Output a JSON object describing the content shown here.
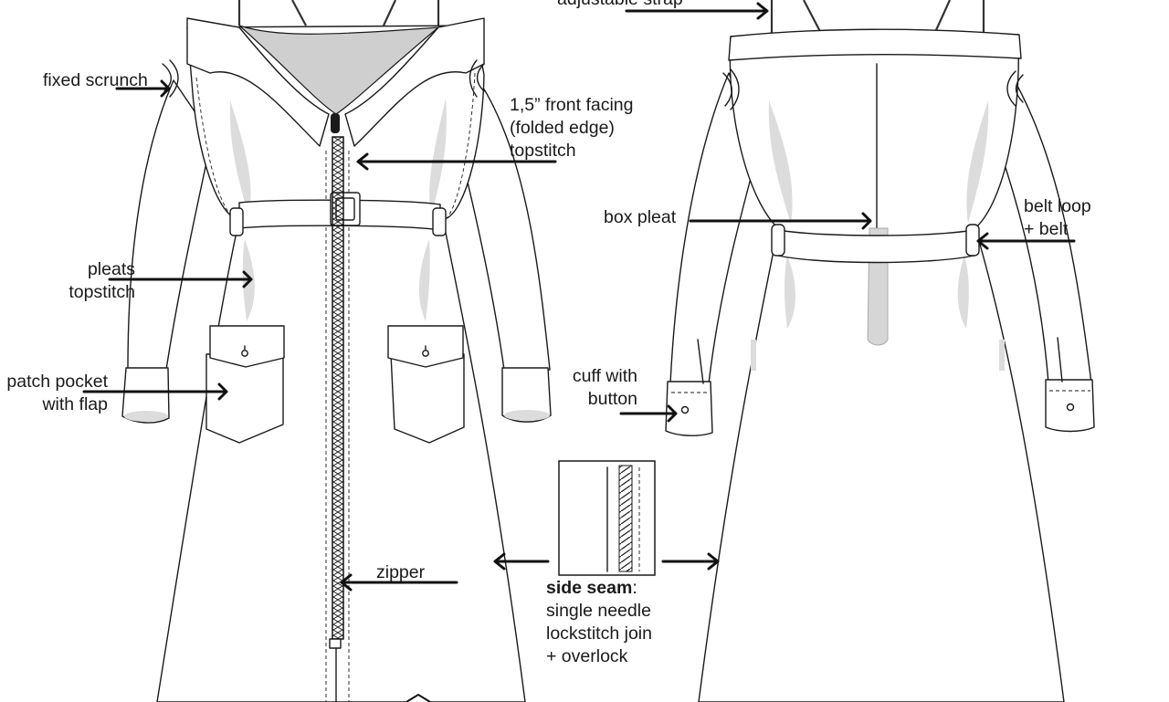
{
  "diagram": {
    "callouts": {
      "top_strap": "adjustable strap",
      "fixed_scrunch": "fixed scrunch",
      "front_facing": [
        "1,5” front facing",
        "(folded edge)",
        "topstitch"
      ],
      "pleats": [
        "pleats",
        "topstitch"
      ],
      "patch_pocket": [
        "patch pocket",
        "with flap"
      ],
      "zipper": "zipper",
      "box_pleat": "box pleat",
      "belt": [
        "belt loop",
        "+  belt"
      ],
      "cuff": [
        "cuff with",
        "button"
      ],
      "side_seam_title": "side seam",
      "side_seam_colon": ":",
      "side_seam_lines": [
        "single needle",
        "lockstitch join",
        "+ overlock"
      ]
    }
  }
}
